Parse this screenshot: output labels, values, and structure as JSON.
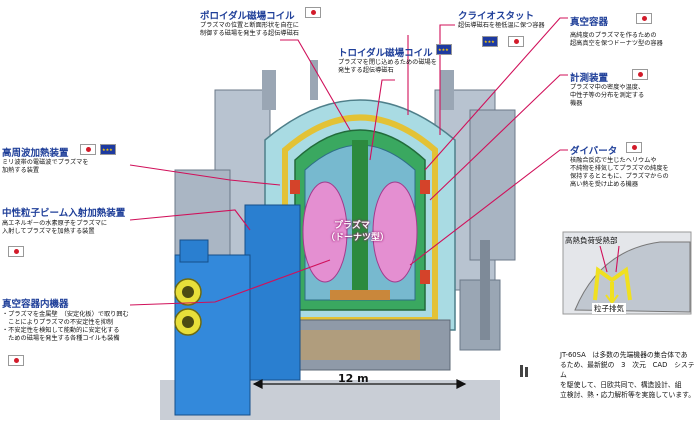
{
  "labels": {
    "poloidal": {
      "title": "ポロイダル磁場コイル",
      "desc": [
        "プラズマの位置と断面形状を自在に",
        "制御する磁場を発生する超伝導磁石"
      ]
    },
    "cryostat": {
      "title": "クライオスタット",
      "desc": [
        "超伝導磁石を極低温に保つ容器"
      ]
    },
    "toroidal": {
      "title": "トロイダル磁場コイル",
      "desc": [
        "プラズマを閉じ込めるための磁場を",
        "発生する超伝導磁石"
      ]
    },
    "vessel": {
      "title": "真空容器",
      "desc": [
        "高純度のプラズマを作るための",
        "超高真空を保つドーナツ型の容器"
      ]
    },
    "diagnostics": {
      "title": "計測装置",
      "desc": [
        "プラズマ中の密度や温度、",
        "中性子等の分布を測定する",
        "機器"
      ]
    },
    "divertor": {
      "title": "ダイバータ",
      "desc": [
        "核融合反応で生じたヘリウムや",
        "不純物を排気してプラズマの純度を",
        "保持するとともに、プラズマからの",
        "高い熱を受け止める機器"
      ]
    },
    "rf_heating": {
      "title": "高周波加熱装置",
      "desc": [
        "ミリ波帯の電磁波でプラズマを",
        "加熱する装置"
      ]
    },
    "nbi": {
      "title": "中性粒子ビーム入射加熱装置",
      "desc": [
        "高エネルギーの水素原子をプラズマに",
        "入射してプラズマを加熱する装置"
      ]
    },
    "in_vessel": {
      "title": "真空容器内機器",
      "desc": [
        "・プラズマを金属壁　（安定化板）で取り囲む",
        "　ことによりプラズマの不安定性を抑制",
        "・不安定性を検知して能動的に安定化する",
        "　ための磁場を発生する各種コイルも装備"
      ]
    }
  },
  "plasma_label": [
    "プラズマ",
    "（ドーナツ型）"
  ],
  "heat_flux_label": "高熱負荷受熱部",
  "particle_exhaust_label": "粒子排気",
  "scale_label": "12 m",
  "note": [
    "JT-60SA　は多数の先端機器の集合体であ",
    "るため、最新鋭の　3　次元　CAD　システム",
    "を駆使して、日欧共同で、構造設計、組",
    "立検討、熱・応力解析等を実施しています。"
  ],
  "flags": {
    "japan": "japan-flag-icon",
    "eu": "eu-flag-icon"
  },
  "colors": {
    "title": "#1f3f99",
    "leader_line": "#d0105a",
    "plasma": "#d64bb5",
    "nbi": "#2a7fd0"
  }
}
